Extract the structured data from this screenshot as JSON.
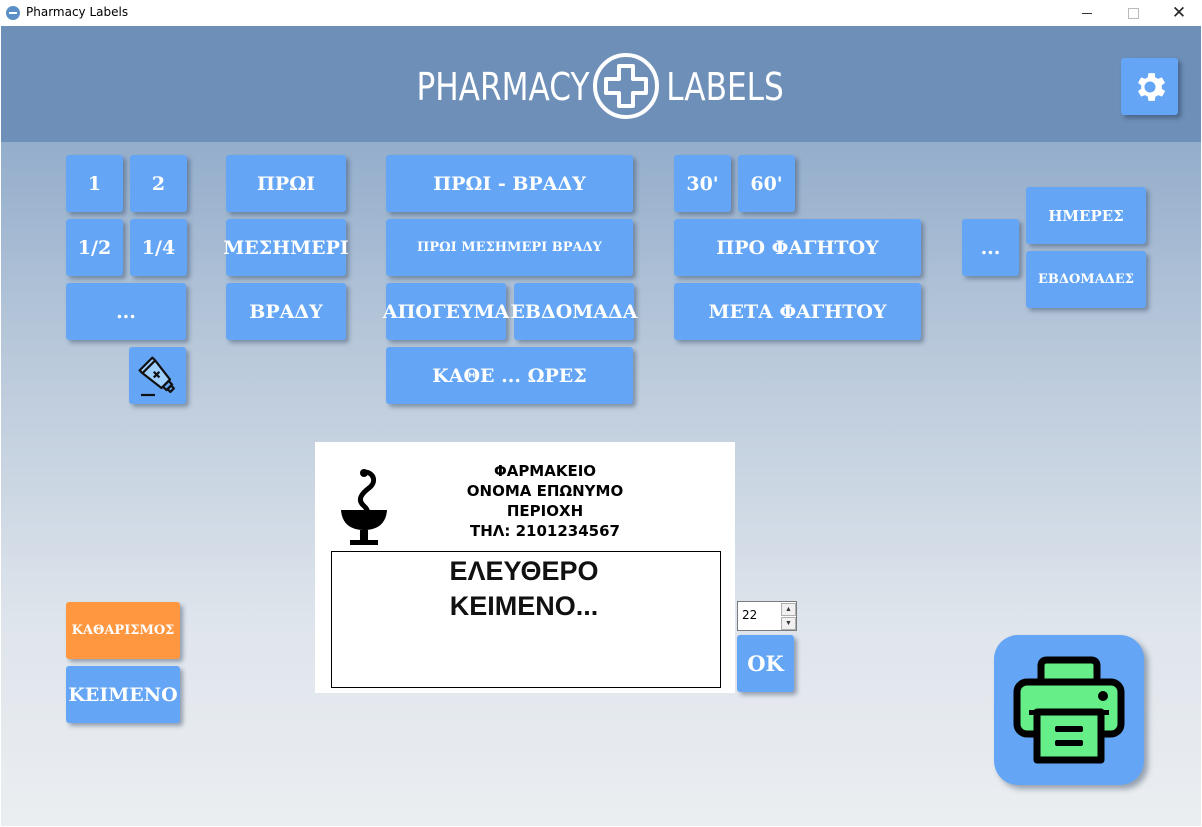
{
  "window": {
    "title": "Pharmacy Labels",
    "close_glyph": "✕"
  },
  "header": {
    "logo_left": "PHARMACY",
    "logo_right": "LABELS",
    "logo_icon": "plus-circle-icon",
    "settings_icon": "gear-icon"
  },
  "quantity": {
    "one": "1",
    "two": "2",
    "half": "1/2",
    "quarter": "1/4",
    "more": "..."
  },
  "time_of_day": {
    "morning": "ΠΡΩΙ",
    "noon": "ΜΕΣΗΜΕΡΙ",
    "night": "ΒΡΑΔΥ"
  },
  "combos": {
    "morning_night": "ΠΡΩΙ - ΒΡΑΔΥ",
    "morning_noon_night": "ΠΡΩΙ ΜΕΣΗΜΕΡΙ  ΒΡΑΔΥ",
    "afternoon": "ΑΠΟΓΕΥΜΑ",
    "week": "ΕΒΔΟΜΑΔΑ",
    "every_hours": "ΚΑΘΕ ... ΩΡΕΣ"
  },
  "minutes": {
    "m30": "30'",
    "m60": "60'"
  },
  "meal": {
    "before": "ΠΡΟ ΦΑΓΗΤΟΥ",
    "after": "ΜΕΤΑ ΦΑΓΗΤΟΥ"
  },
  "duration": {
    "more": "...",
    "days": "ΗΜΕΡΕΣ",
    "weeks": "ΕΒΔΟΜΑΔΕΣ"
  },
  "tools": {
    "ointment_icon": "ointment-tube-icon"
  },
  "actions": {
    "clear": "ΚΑΘΑΡΙΣΜΟΣ",
    "text": "ΚΕΙΜΕΝΟ",
    "ok": "OK",
    "print_icon": "printer-icon"
  },
  "font_size": {
    "value": "22",
    "up": "▲",
    "down": "▼"
  },
  "label_preview": {
    "pharmacy": "ΦΑΡΜΑΚΕΙΟ",
    "name": "ΟΝΟΜΑ ΕΠΩΝΥΜΟ",
    "area": "ΠΕΡΙΟΧΗ",
    "phone": "ΤΗΛ: 2101234567",
    "free_text": "ΕΛΕΥΘΕΡΟ ΚΕΙΜΕΝΟ...",
    "symbol": "bowl-of-hygieia-icon"
  },
  "colors": {
    "button": "#64a6f5",
    "clear_button": "#ff9741",
    "header": "#6d8fb8",
    "printer": "#66ee88"
  }
}
